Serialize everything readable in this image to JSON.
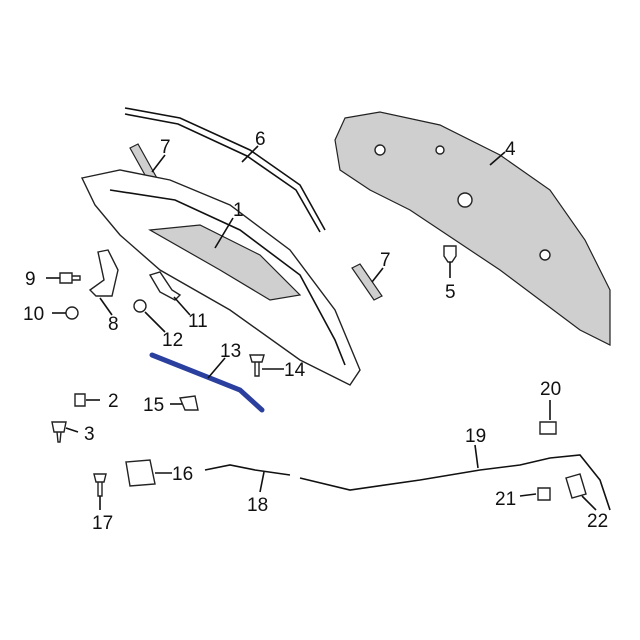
{
  "diagram": {
    "callouts": [
      "1",
      "2",
      "3",
      "4",
      "5",
      "6",
      "7",
      "7",
      "8",
      "9",
      "10",
      "11",
      "12",
      "13",
      "14",
      "15",
      "16",
      "17",
      "18",
      "19",
      "20",
      "21",
      "22"
    ],
    "highlight_color": "#2b3f9e"
  }
}
